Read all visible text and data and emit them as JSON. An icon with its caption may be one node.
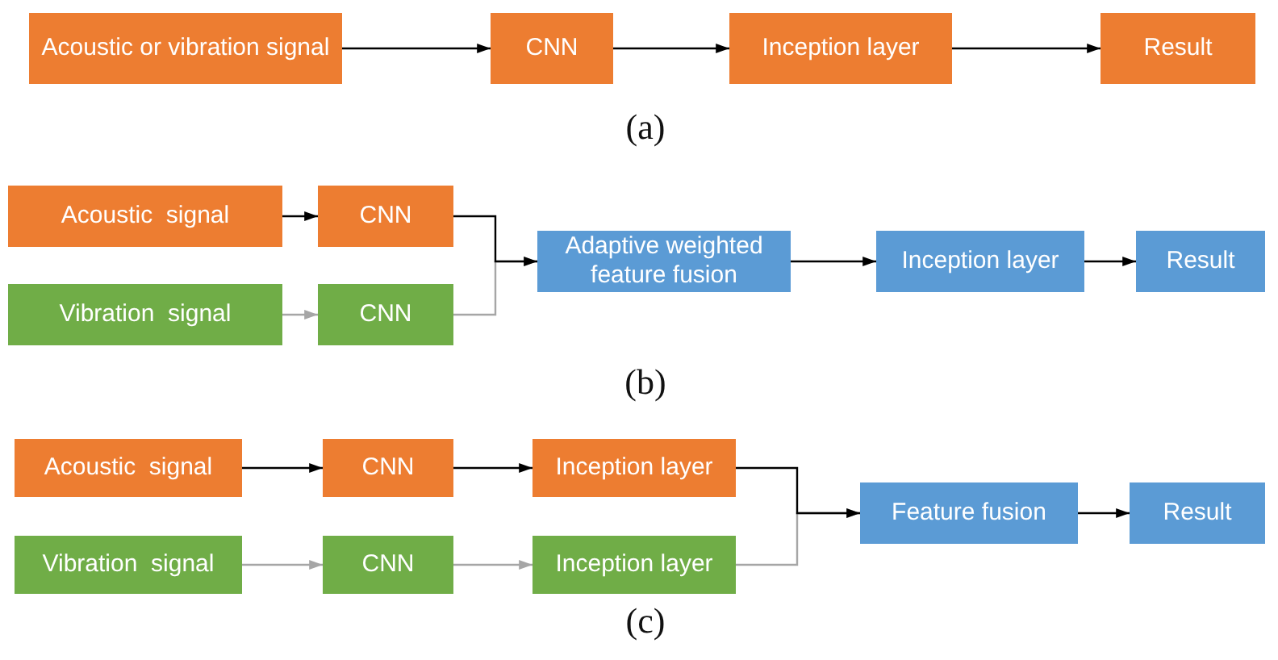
{
  "diagram": {
    "nodes": [
      {
        "text": [
          "Acoustic or vibration signal"
        ]
      },
      {
        "text": [
          "CNN"
        ]
      },
      {
        "text": [
          "Inception layer"
        ]
      },
      {
        "text": [
          "Result"
        ]
      },
      {
        "text": [
          "Acoustic  signal"
        ]
      },
      {
        "text": [
          "CNN"
        ]
      },
      {
        "text": [
          "Vibration  signal"
        ]
      },
      {
        "text": [
          "CNN"
        ]
      },
      {
        "text": [
          "Adaptive weighted feature fusion"
        ]
      },
      {
        "text": [
          "Inception layer"
        ]
      },
      {
        "text": [
          "Result"
        ]
      },
      {
        "text": [
          "Acoustic  signal"
        ]
      },
      {
        "text": [
          "CNN"
        ]
      },
      {
        "text": [
          "Inception layer"
        ]
      },
      {
        "text": [
          "Vibration  signal"
        ]
      },
      {
        "text": [
          "CNN"
        ]
      },
      {
        "text": [
          "Inception layer"
        ]
      },
      {
        "text": [
          "Feature fusion"
        ]
      },
      {
        "text": [
          "Result"
        ]
      }
    ],
    "edges": [
      {
        "from": 0,
        "to": 1,
        "arrow": "to"
      },
      {
        "from": 1,
        "to": 2,
        "arrow": "to"
      },
      {
        "from": 2,
        "to": 3,
        "arrow": "to"
      },
      {
        "from": 4,
        "to": 5,
        "arrow": "to"
      },
      {
        "from": 6,
        "to": 7,
        "arrow": "to",
        "color": "#a6a6a6"
      },
      {
        "from": 5,
        "to": 8,
        "arrow": "to"
      },
      {
        "from": 7,
        "to": 8,
        "arrow": "to",
        "color": "#a6a6a6"
      },
      {
        "from": 8,
        "to": 9,
        "arrow": "to"
      },
      {
        "from": 9,
        "to": 10,
        "arrow": "to"
      },
      {
        "from": 11,
        "to": 12,
        "arrow": "to"
      },
      {
        "from": 12,
        "to": 13,
        "arrow": "to"
      },
      {
        "from": 14,
        "to": 15,
        "arrow": "to",
        "color": "#a6a6a6"
      },
      {
        "from": 15,
        "to": 16,
        "arrow": "to",
        "color": "#a6a6a6"
      },
      {
        "from": 13,
        "to": 17,
        "arrow": "to"
      },
      {
        "from": 16,
        "to": 17,
        "arrow": "to",
        "color": "#a6a6a6"
      },
      {
        "from": 17,
        "to": 18,
        "arrow": "to"
      }
    ],
    "labels": [
      "(a)",
      "(b)",
      "(c)"
    ]
  }
}
